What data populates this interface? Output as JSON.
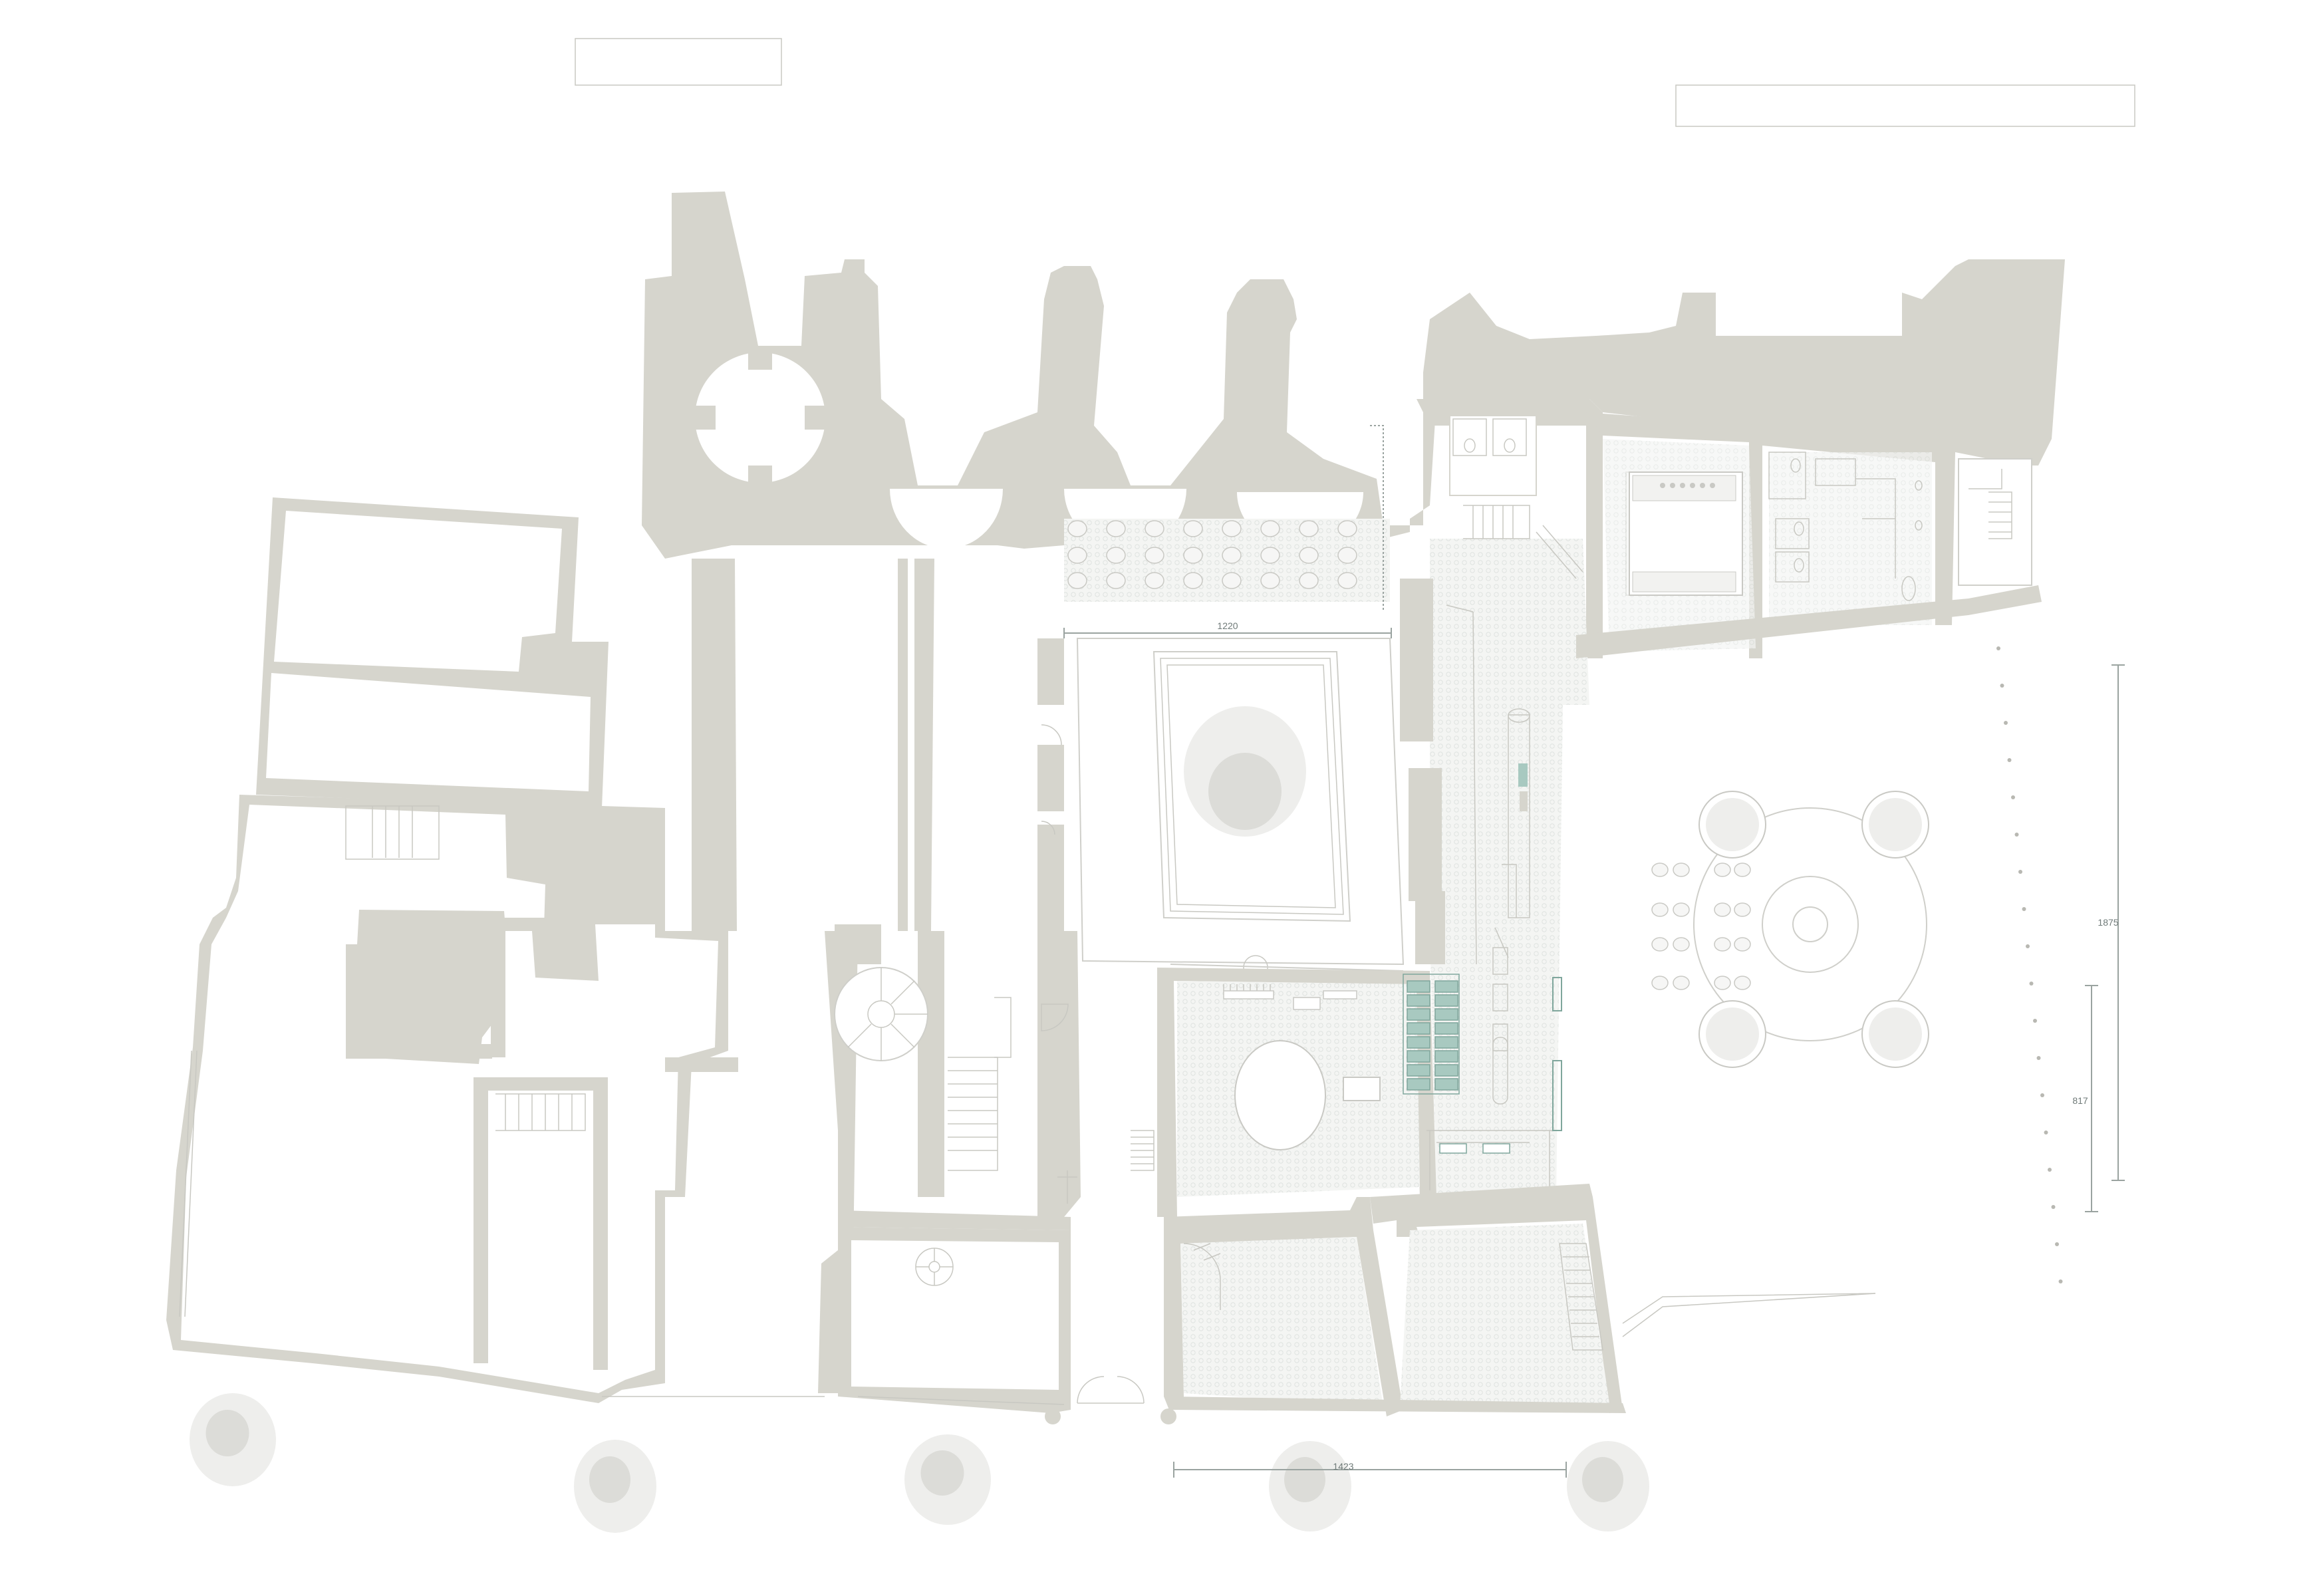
{
  "title": "",
  "wall_color": "#d6d5cd",
  "accent_color": "#a8c9c0",
  "dimensions": {
    "courtyard_width": "1220",
    "terrace_depth_total": "1875",
    "terrace_depth_partial": "817",
    "front_width": "1423"
  }
}
